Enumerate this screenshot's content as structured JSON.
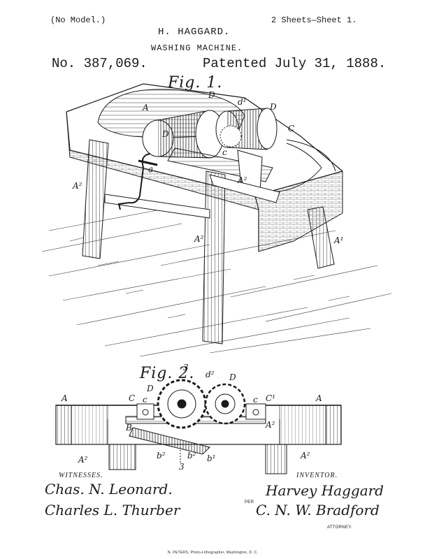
{
  "header": {
    "model_note": "(No Model.)",
    "sheets": "2 Sheets—Sheet 1.",
    "inventor_name": "H. HAGGARD.",
    "title": "WASHING MACHINE.",
    "patent_number": "No. 387,069.",
    "patent_date": "Patented July 31, 1888."
  },
  "figures": {
    "fig1_title": "Fig. 1.",
    "fig2_title": "Fig. 2.",
    "fig1_labels": [
      "A",
      "D",
      "d¹",
      "D",
      "C",
      "D",
      "a",
      "c",
      "A²",
      "A²",
      "A²",
      "A¹"
    ],
    "fig2_labels": [
      "3",
      "d²",
      "D",
      "D",
      "C",
      "c",
      "c",
      "C¹",
      "A",
      "A",
      "B",
      "A²",
      "b²",
      "b¹",
      "b²",
      "3",
      "A²",
      "A²"
    ]
  },
  "footer": {
    "witnesses_label": "WITNESSES.",
    "inventor_label": "INVENTOR.",
    "witness_1": "Chas. N. Leonard.",
    "witness_2": "Charles L. Thurber",
    "inventor_signature": "Harvey Haggard",
    "per_label": "PER",
    "attorney_signature": "C. N. W. Bradford",
    "attorney_label": "ATTORNEY.",
    "printer_credit": "N. PETERS, Photo-Lithographer, Washington, D. C."
  }
}
